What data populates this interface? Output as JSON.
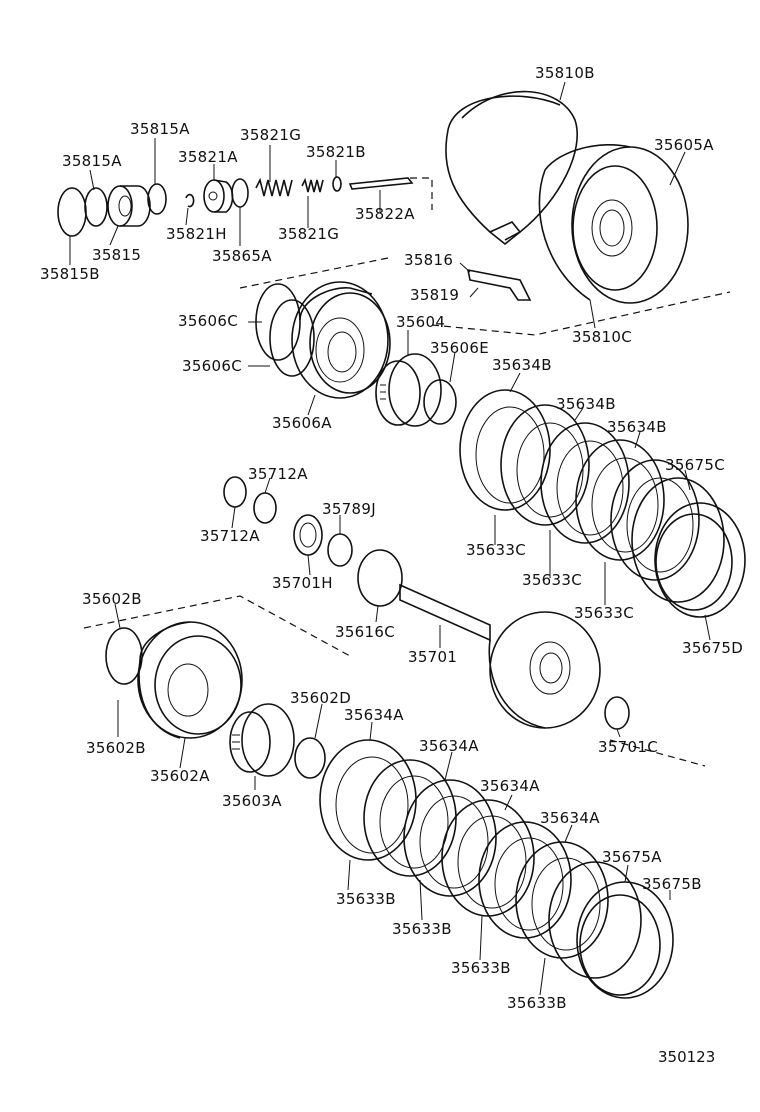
{
  "diagram_id": "350123",
  "labels": {
    "l35810B": "35810B",
    "l35605A": "35605A",
    "l35815A_top": "35815A",
    "l35815A": "35815A",
    "l35821G_top": "35821G",
    "l35821A": "35821A",
    "l35821B": "35821B",
    "l35822A": "35822A",
    "l35815": "35815",
    "l35815B": "35815B",
    "l35821H": "35821H",
    "l35865A": "35865A",
    "l35821G": "35821G",
    "l35816": "35816",
    "l35819": "35819",
    "l35810C": "35810C",
    "l35606C_a": "35606C",
    "l35606C_b": "35606C",
    "l35604": "35604",
    "l35606E": "35606E",
    "l35606A": "35606A",
    "l35634B_1": "35634B",
    "l35634B_2": "35634B",
    "l35634B_3": "35634B",
    "l35675C": "35675C",
    "l35633C_1": "35633C",
    "l35633C_2": "35633C",
    "l35633C_3": "35633C",
    "l35675D": "35675D",
    "l35712A_a": "35712A",
    "l35712A_b": "35712A",
    "l35789J": "35789J",
    "l35701H": "35701H",
    "l35616C": "35616C",
    "l35701": "35701",
    "l35701C": "35701C",
    "l35602B_a": "35602B",
    "l35602B_b": "35602B",
    "l35602A": "35602A",
    "l35602D": "35602D",
    "l35603A": "35603A",
    "l35634A_1": "35634A",
    "l35634A_2": "35634A",
    "l35634A_3": "35634A",
    "l35634A_4": "35634A",
    "l35675A": "35675A",
    "l35675B": "35675B",
    "l35633B_1": "35633B",
    "l35633B_2": "35633B",
    "l35633B_3": "35633B",
    "l35633B_4": "35633B"
  }
}
